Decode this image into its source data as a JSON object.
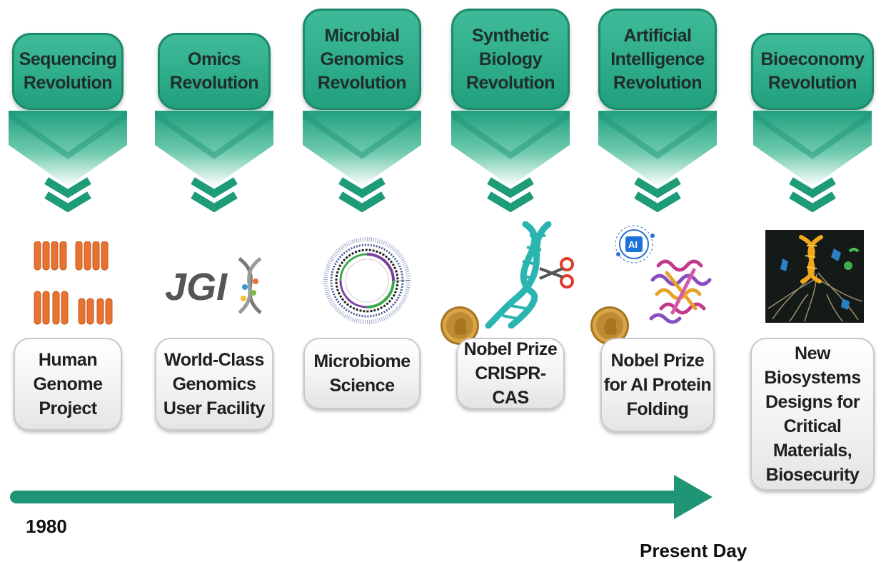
{
  "colors": {
    "accent": "#22a07e",
    "accent_dark": "#1b8a6c",
    "medal_gold": "#c8962e"
  },
  "columns": [
    {
      "revolution": "Sequencing\nRevolution",
      "outcome": "Human\nGenome\nProject",
      "icon": "chromosomes-icon",
      "nobel": false
    },
    {
      "revolution": "Omics\nRevolution",
      "outcome": "World-Class\nGenomics\nUser Facility",
      "icon": "jgi-logo",
      "nobel": false
    },
    {
      "revolution": "Microbial\nGenomics\nRevolution",
      "outcome": "Microbiome\nScience",
      "icon": "circular-genome-map-icon",
      "nobel": false
    },
    {
      "revolution": "Synthetic\nBiology\nRevolution",
      "outcome": "Nobel Prize\nCRISPR-CAS",
      "icon": "dna-scissors-icon",
      "nobel": true
    },
    {
      "revolution": "Artificial\nIntelligence\nRevolution",
      "outcome": "Nobel Prize\nfor AI Protein\nFolding",
      "icon": "ai-protein-icon",
      "nobel": true
    },
    {
      "revolution": "Bioeconomy\nRevolution",
      "outcome": "New Biosystems\nDesigns for\nCritical\nMaterials,\nBiosecurity",
      "icon": "dna-roots-icon",
      "nobel": false
    }
  ],
  "logo_text": "JGI",
  "ai_chip_text": "AI",
  "timeline": {
    "start_label": "1980",
    "end_label": "Present Day"
  }
}
